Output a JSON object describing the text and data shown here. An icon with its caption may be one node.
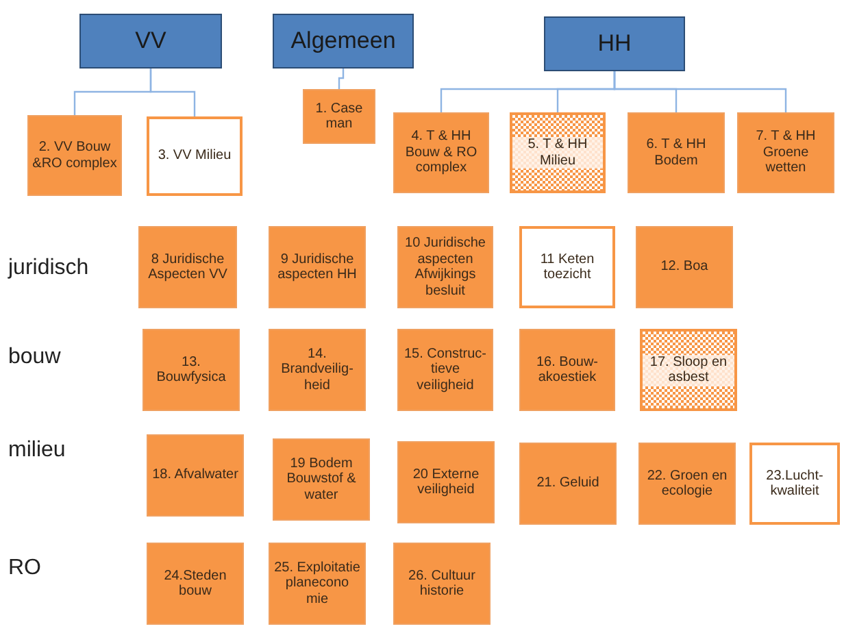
{
  "diagram": {
    "nodes": [
      {
        "text": [
          "VV"
        ]
      },
      {
        "text": [
          "Algemeen"
        ]
      },
      {
        "text": [
          "HH"
        ]
      },
      {
        "text": [
          "2. VV Bouw &RO complex"
        ]
      },
      {
        "text": [
          "3. VV Milieu"
        ]
      },
      {
        "text": [
          "1. Case man"
        ]
      },
      {
        "text": [
          "4. T & HH Bouw & RO complex"
        ]
      },
      {
        "text": [
          "5. T & HH Milieu"
        ]
      },
      {
        "text": [
          "6. T & HH Bodem"
        ]
      },
      {
        "text": [
          "7. T & HH Groene wetten"
        ]
      },
      {
        "text": [
          "8 Juridische Aspecten VV"
        ]
      },
      {
        "text": [
          "9 Juridische aspecten HH"
        ]
      },
      {
        "text": [
          "10 Juridische aspecten Afwijkings besluit"
        ]
      },
      {
        "text": [
          "11 Keten toezicht"
        ]
      },
      {
        "text": [
          "12. Boa"
        ]
      },
      {
        "text": [
          "13. Bouwfysica"
        ]
      },
      {
        "text": [
          "14. Brandveilig- heid"
        ]
      },
      {
        "text": [
          "15. Construc- tieve veiligheid"
        ]
      },
      {
        "text": [
          "16. Bouw- akoestiek"
        ]
      },
      {
        "text": [
          "17. Sloop en asbest"
        ]
      },
      {
        "text": [
          "18. Afvalwater"
        ]
      },
      {
        "text": [
          "19 Bodem Bouwstof & water"
        ]
      },
      {
        "text": [
          "20 Externe veiligheid"
        ]
      },
      {
        "text": [
          "21. Geluid"
        ]
      },
      {
        "text": [
          "22. Groen en ecologie"
        ]
      },
      {
        "text": [
          "23.Lucht- kwaliteit"
        ]
      },
      {
        "text": [
          "24.Steden bouw"
        ]
      },
      {
        "text": [
          "25. Exploitatie planecono mie"
        ]
      },
      {
        "text": [
          "26. Cultuur historie"
        ]
      }
    ],
    "edges": [
      {
        "from": 0,
        "to": 3,
        "arrow": "none"
      },
      {
        "from": 0,
        "to": 4,
        "arrow": "none"
      },
      {
        "from": 1,
        "to": 5,
        "arrow": "none"
      },
      {
        "from": 2,
        "to": 6,
        "arrow": "none"
      },
      {
        "from": 2,
        "to": 7,
        "arrow": "none"
      },
      {
        "from": 2,
        "to": 8,
        "arrow": "none"
      },
      {
        "from": 2,
        "to": 9,
        "arrow": "none"
      }
    ],
    "labels": [
      "juridisch",
      "bouw",
      "milieu",
      "RO"
    ]
  }
}
